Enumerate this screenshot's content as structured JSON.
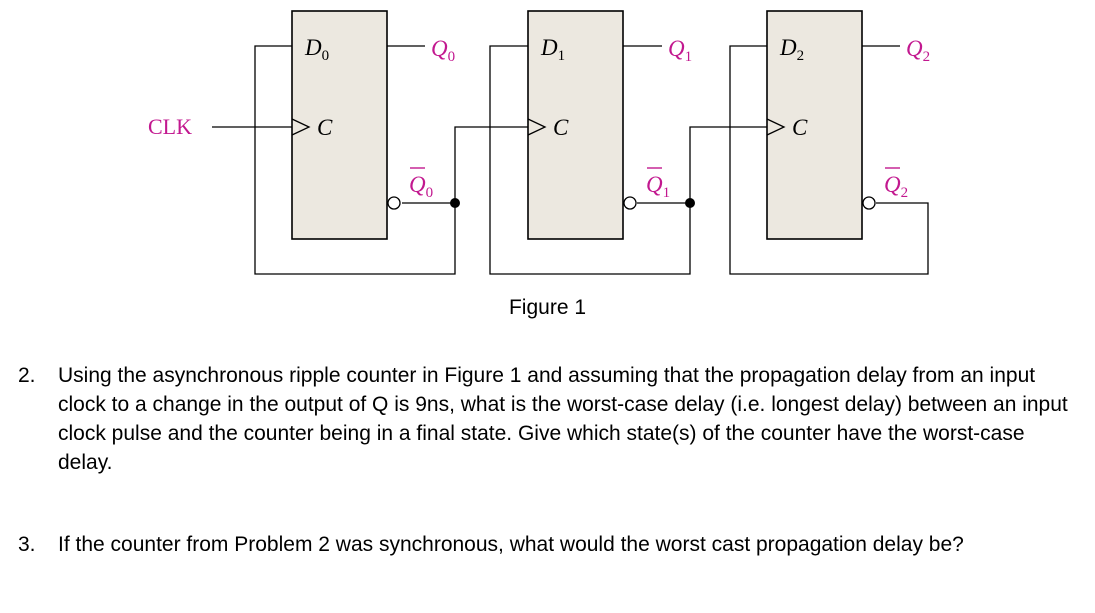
{
  "figure": {
    "clk_label": "CLK",
    "flipflops": [
      {
        "d": "D",
        "d_sub": "0",
        "c": "C",
        "q": "Q",
        "q_sub": "0",
        "qbar": "Q",
        "qbar_sub": "0"
      },
      {
        "d": "D",
        "d_sub": "1",
        "c": "C",
        "q": "Q",
        "q_sub": "1",
        "qbar": "Q",
        "qbar_sub": "1"
      },
      {
        "d": "D",
        "d_sub": "2",
        "c": "C",
        "q": "Q",
        "q_sub": "2",
        "qbar": "Q",
        "qbar_sub": "2"
      }
    ],
    "caption": "Figure 1",
    "colors": {
      "label_magenta": "#c2188f",
      "box_fill": "#ece8e0",
      "line": "#000000"
    }
  },
  "problems": [
    {
      "number": "2.",
      "text": "Using the asynchronous ripple counter in Figure 1 and assuming that the propagation delay from an input clock to a change in the output of Q is 9ns, what is the worst-case delay (i.e. longest delay) between an input clock pulse and the counter being in a final state.  Give which state(s) of the counter have the worst-case delay."
    },
    {
      "number": "3.",
      "text": "If the counter from Problem 2 was synchronous, what would the worst cast propagation delay be?"
    }
  ]
}
